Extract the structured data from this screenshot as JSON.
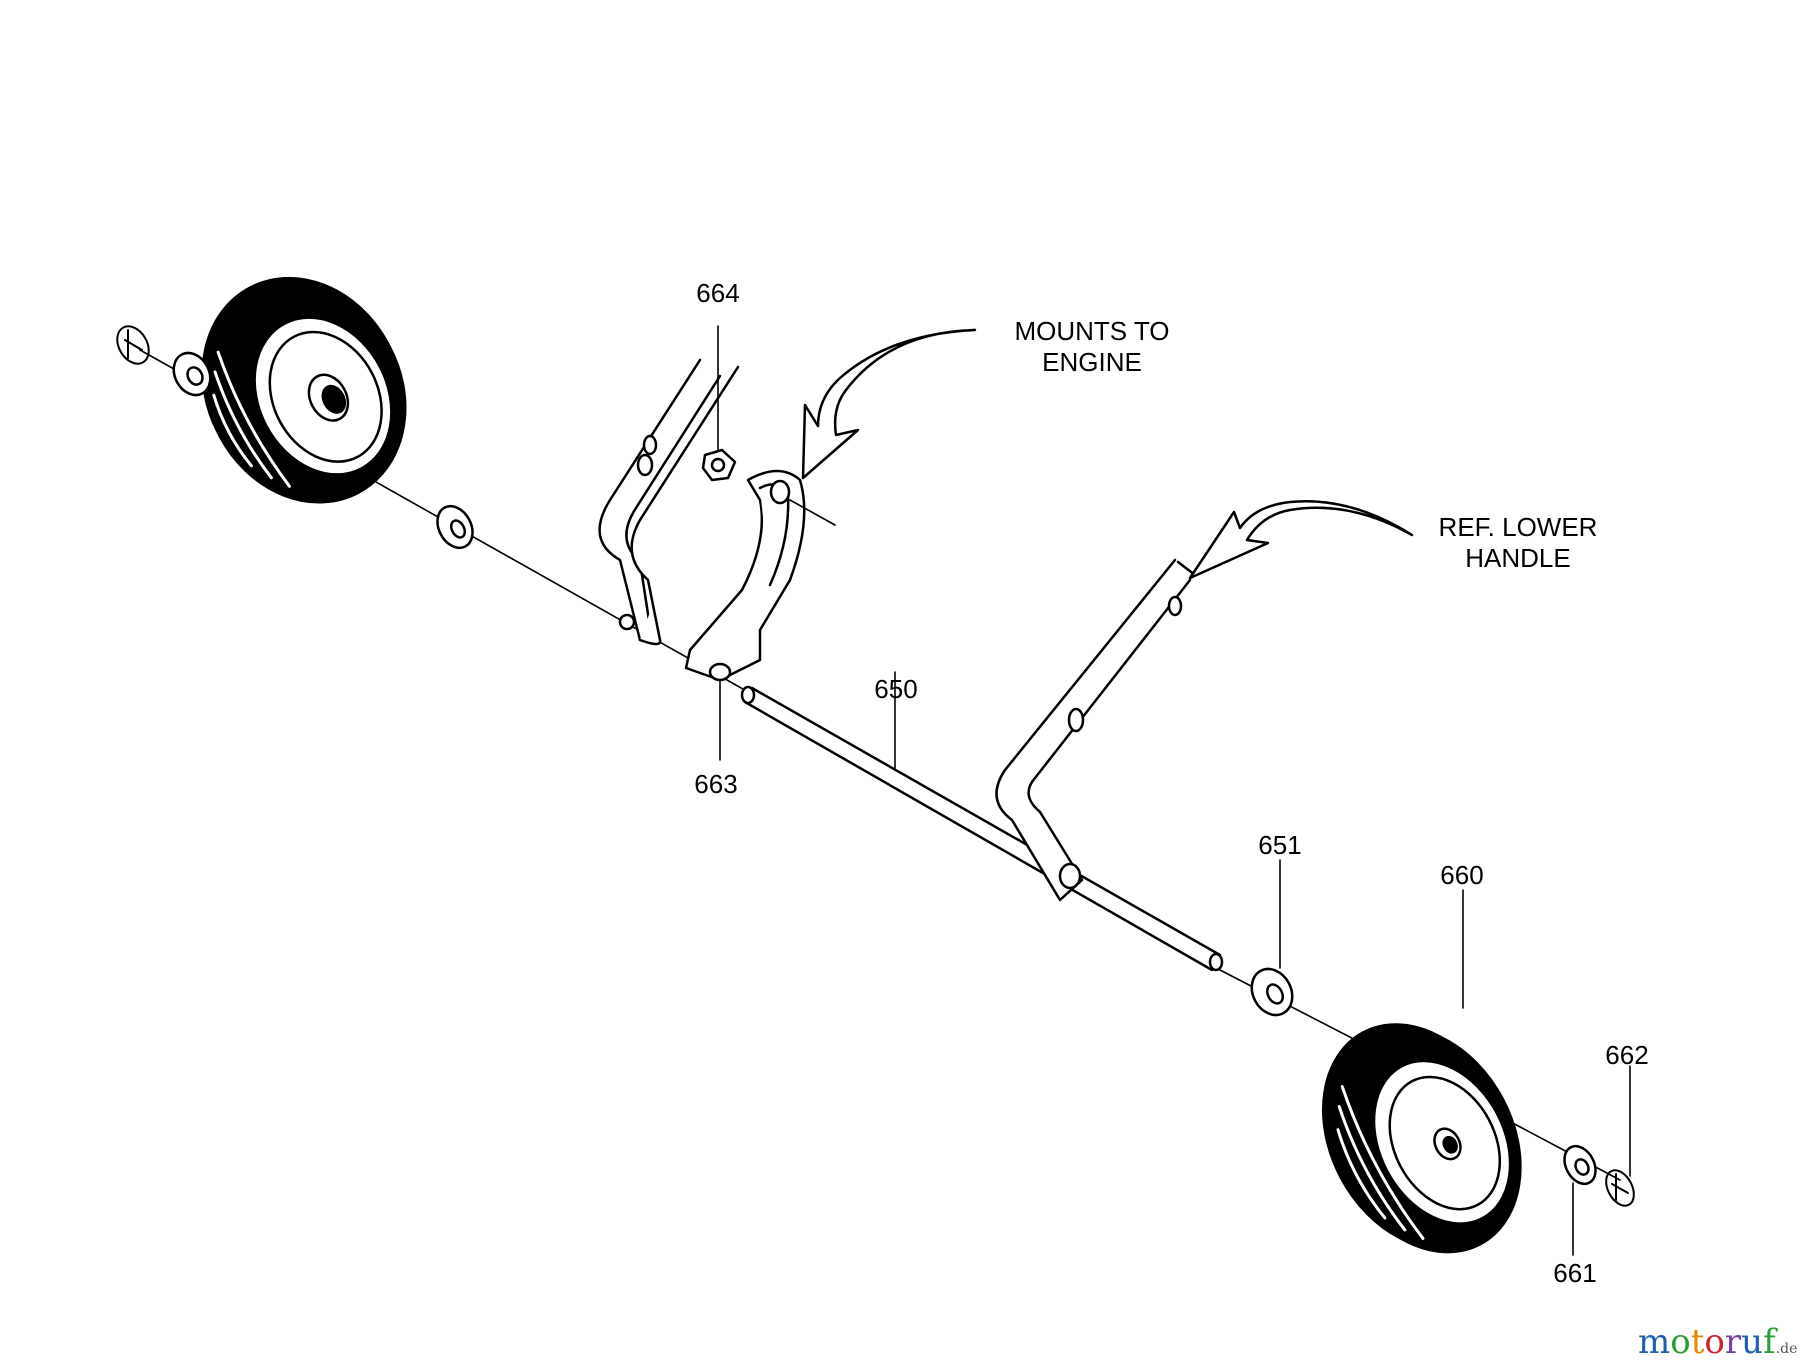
{
  "diagram": {
    "part_labels": {
      "p650": "650",
      "p651": "651",
      "p660": "660",
      "p661": "661",
      "p662": "662",
      "p663": "663",
      "p664": "664"
    },
    "notes": {
      "mounts_line1": "MOUNTS TO",
      "mounts_line2": "ENGINE",
      "ref_line1": "REF. LOWER",
      "ref_line2": "HANDLE"
    }
  },
  "watermark": {
    "letters": [
      "m",
      "o",
      "t",
      "o",
      "r",
      "u",
      "f"
    ],
    "colors": [
      "#1f5fa8",
      "#2e9c3a",
      "#e08a00",
      "#c8282d",
      "#7a3f9e",
      "#1f5fa8",
      "#2e9c3a"
    ],
    "suffix": ".de"
  }
}
